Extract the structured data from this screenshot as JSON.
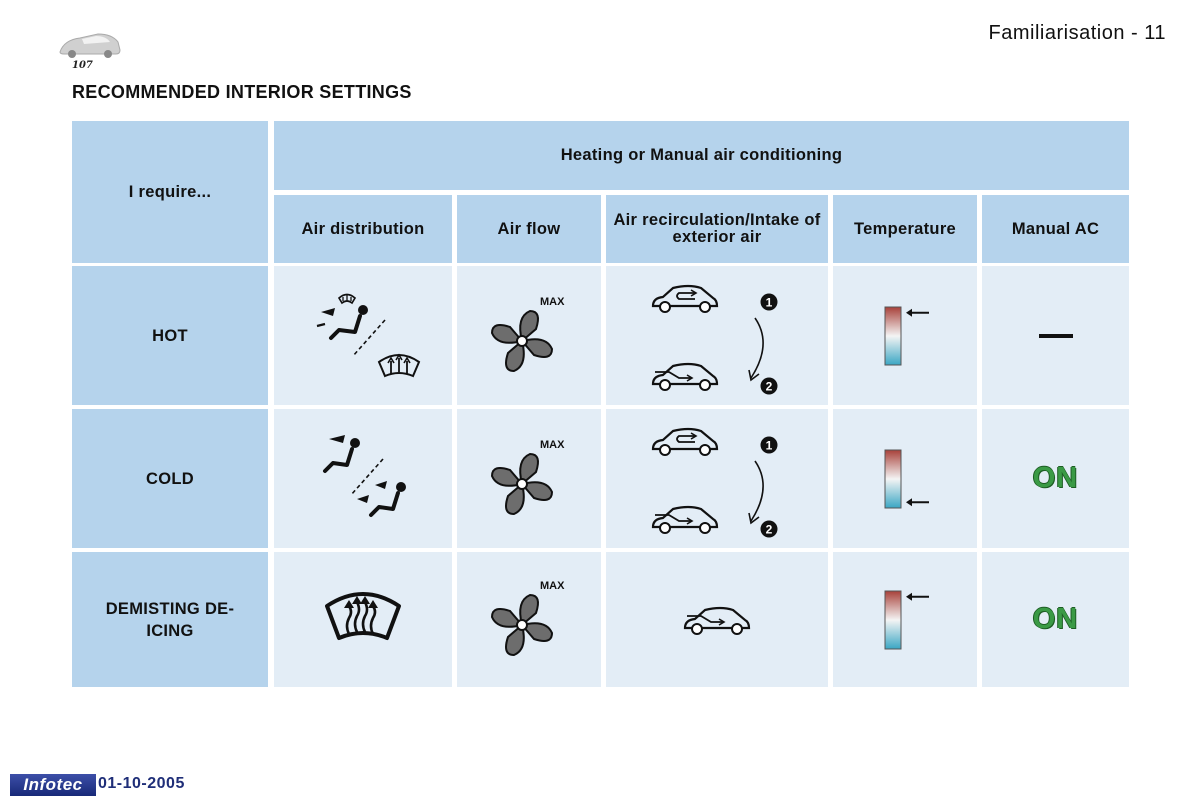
{
  "header": {
    "page_label": "Familiarisation - 11"
  },
  "logo": {
    "model": "107",
    "icon": "car-logo-icon"
  },
  "section_title": "RECOMMENDED INTERIOR SETTINGS",
  "table": {
    "corner_label": "I require...",
    "group_header": "Heating or Manual air conditioning",
    "columns": [
      "Air distribution",
      "Air flow",
      "Air recirculation/Intake of exterior air",
      "Temperature",
      "Manual AC"
    ],
    "rows": [
      {
        "label": "HOT",
        "air_distribution": [
          "windscreen-feet-icon",
          "demist-icon"
        ],
        "air_flow": {
          "icon": "fan-icon",
          "label": "MAX"
        },
        "recirculation": {
          "icons": [
            "recirculation-car-icon",
            "exterior-air-car-icon"
          ],
          "step_1": "1",
          "step_2": "2"
        },
        "temperature_level": 0.9,
        "manual_ac": "—"
      },
      {
        "label": "COLD",
        "air_distribution": [
          "face-vent-icon",
          "face-feet-icon"
        ],
        "air_flow": {
          "icon": "fan-icon",
          "label": "MAX"
        },
        "recirculation": {
          "icons": [
            "recirculation-car-icon",
            "exterior-air-car-icon"
          ],
          "step_1": "1",
          "step_2": "2"
        },
        "temperature_level": 0.1,
        "manual_ac": "ON"
      },
      {
        "label": "DEMISTING DE-ICING",
        "air_distribution": [
          "windscreen-demist-icon"
        ],
        "air_flow": {
          "icon": "fan-icon",
          "label": "MAX"
        },
        "recirculation": {
          "icons": [
            "exterior-air-car-icon"
          ]
        },
        "temperature_level": 0.9,
        "manual_ac": "ON"
      }
    ]
  },
  "footer": {
    "badge": "Infotec",
    "date": "01-10-2005"
  },
  "colors": {
    "header_blue": "#b5d3ec",
    "body_blue": "#e3edf6",
    "on_green": "#3a9a45"
  }
}
